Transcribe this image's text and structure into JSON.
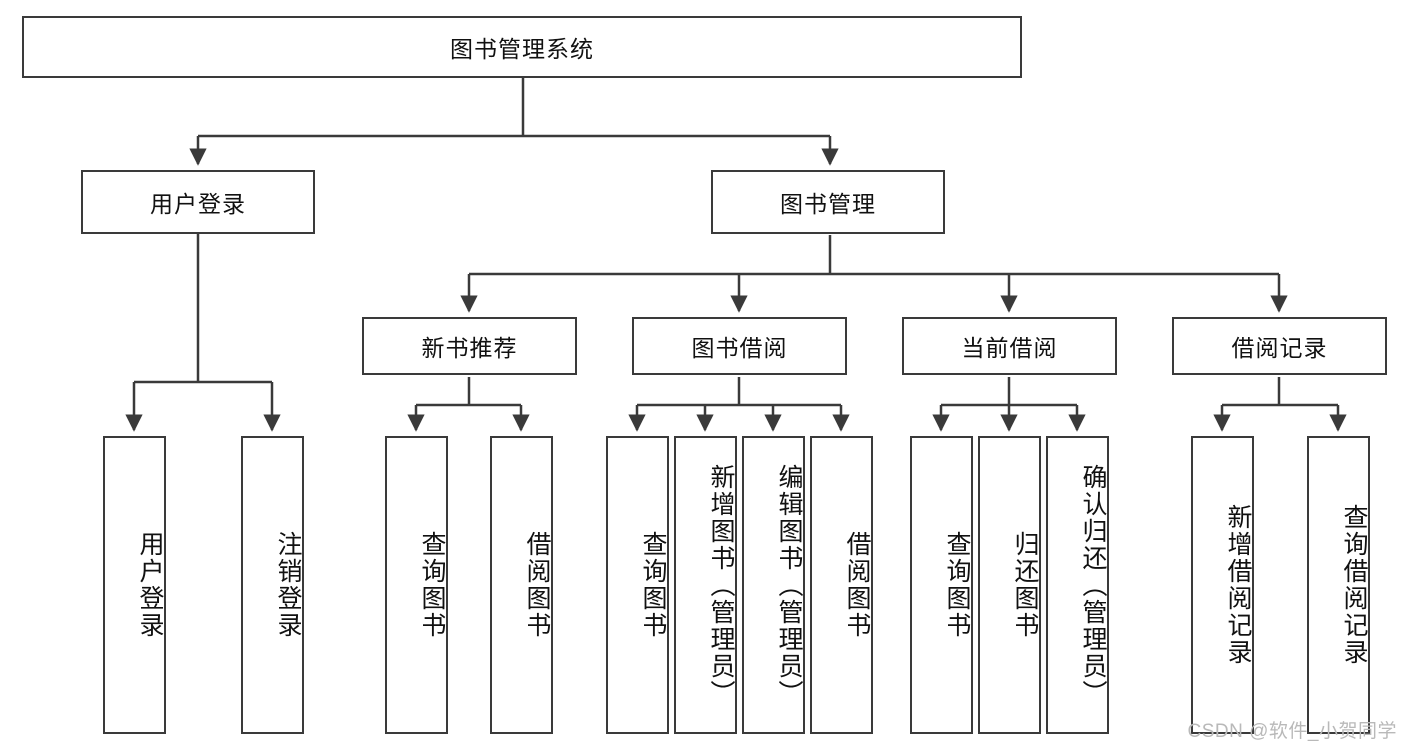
{
  "diagram": {
    "type": "tree-hierarchy",
    "title": "图书管理系统",
    "root": {
      "id": "root",
      "label": "图书管理系统",
      "orientation": "horizontal"
    },
    "level2": [
      {
        "id": "user-login",
        "label": "用户登录",
        "orientation": "horizontal"
      },
      {
        "id": "book-manage",
        "label": "图书管理",
        "orientation": "horizontal"
      }
    ],
    "level3": [
      {
        "id": "new-book-recommend",
        "label": "新书推荐",
        "parent": "book-manage",
        "orientation": "horizontal"
      },
      {
        "id": "book-borrow",
        "label": "图书借阅",
        "parent": "book-manage",
        "orientation": "horizontal"
      },
      {
        "id": "current-borrow",
        "label": "当前借阅",
        "parent": "book-manage",
        "orientation": "horizontal"
      },
      {
        "id": "borrow-record",
        "label": "借阅记录",
        "parent": "book-manage",
        "orientation": "horizontal"
      }
    ],
    "leaves": [
      {
        "id": "leaf-user-login",
        "label": "用户登录",
        "parent": "user-login",
        "orientation": "vertical"
      },
      {
        "id": "leaf-logout-login",
        "label": "注销登录",
        "parent": "user-login",
        "orientation": "vertical"
      },
      {
        "id": "leaf-query-book-1",
        "label": "查询图书",
        "parent": "new-book-recommend",
        "orientation": "vertical"
      },
      {
        "id": "leaf-borrow-book-1",
        "label": "借阅图书",
        "parent": "new-book-recommend",
        "orientation": "vertical"
      },
      {
        "id": "leaf-query-book-2",
        "label": "查询图书",
        "parent": "book-borrow",
        "orientation": "vertical"
      },
      {
        "id": "leaf-add-book",
        "label": "新增图书（管理员）",
        "parent": "book-borrow",
        "orientation": "vertical"
      },
      {
        "id": "leaf-edit-book",
        "label": "编辑图书（管理员）",
        "parent": "book-borrow",
        "orientation": "vertical"
      },
      {
        "id": "leaf-borrow-book-2",
        "label": "借阅图书",
        "parent": "book-borrow",
        "orientation": "vertical"
      },
      {
        "id": "leaf-query-book-3",
        "label": "查询图书",
        "parent": "current-borrow",
        "orientation": "vertical"
      },
      {
        "id": "leaf-return-book",
        "label": "归还图书",
        "parent": "current-borrow",
        "orientation": "vertical"
      },
      {
        "id": "leaf-confirm-return",
        "label": "确认归还（管理员）",
        "parent": "current-borrow",
        "orientation": "vertical"
      },
      {
        "id": "leaf-add-record",
        "label": "新增借阅记录",
        "parent": "borrow-record",
        "orientation": "vertical"
      },
      {
        "id": "leaf-query-record",
        "label": "查询借阅记录",
        "parent": "borrow-record",
        "orientation": "vertical"
      }
    ],
    "watermark": "CSDN @软件_小贺同学",
    "colors": {
      "stroke": "#3a3a3a",
      "fill": "#ffffff",
      "text": "#111111",
      "watermark": "#b9b9b9"
    }
  }
}
